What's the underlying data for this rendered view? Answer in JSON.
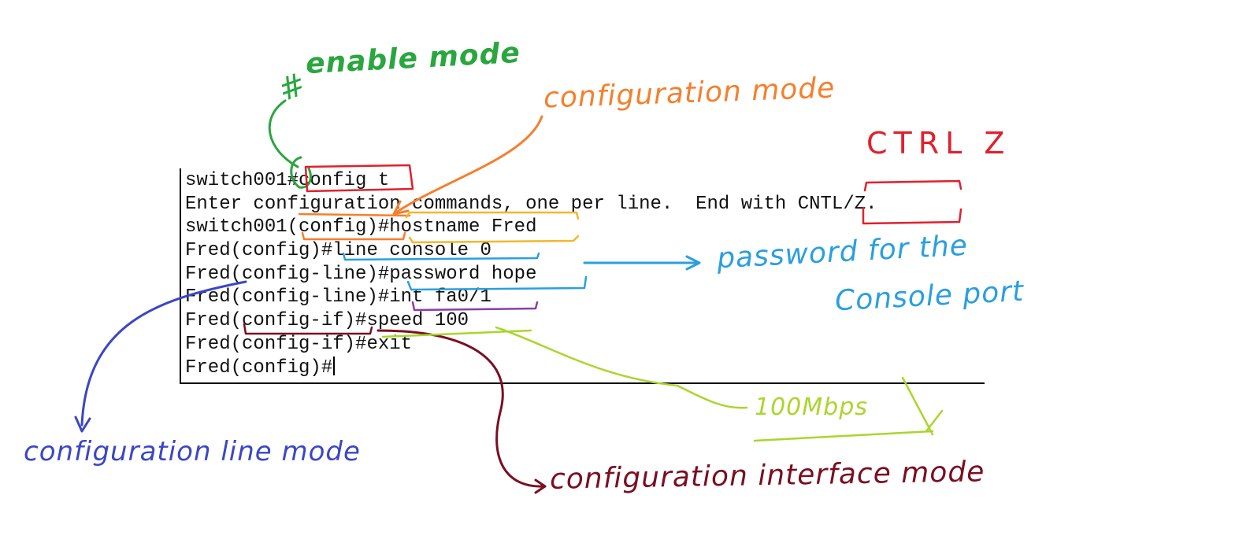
{
  "colors": {
    "green": "#2aa63f",
    "orange": "#f57f2c",
    "red": "#e0202e",
    "gold": "#f2b82a",
    "blue": "#2a9fe0",
    "navy": "#3b46c4",
    "purple": "#8a3da8",
    "lime": "#a9d62b",
    "maroon": "#7a0f22"
  },
  "terminal": {
    "lines": [
      "switch001#config t",
      "Enter configuration commands, one per line.  End with CNTL/Z.",
      "switch001(config)#hostname Fred",
      "Fred(config)#line console 0",
      "Fred(config-line)#password hope",
      "Fred(config-line)#int fa0/1",
      "Fred(config-if)#speed 100",
      "Fred(config-if)#exit",
      "Fred(config)#"
    ]
  },
  "annotations": {
    "hash_symbol": "#",
    "enable_mode": "enable mode",
    "configuration_mode": "configuration mode",
    "ctrl_z": "CTRL Z",
    "password_for_the": "password for the",
    "console_port": "Console port",
    "speed_100mbps": "100Mbps",
    "configuration_line_mode": "configuration line mode",
    "configuration_interface_mode": "configuration interface mode"
  }
}
